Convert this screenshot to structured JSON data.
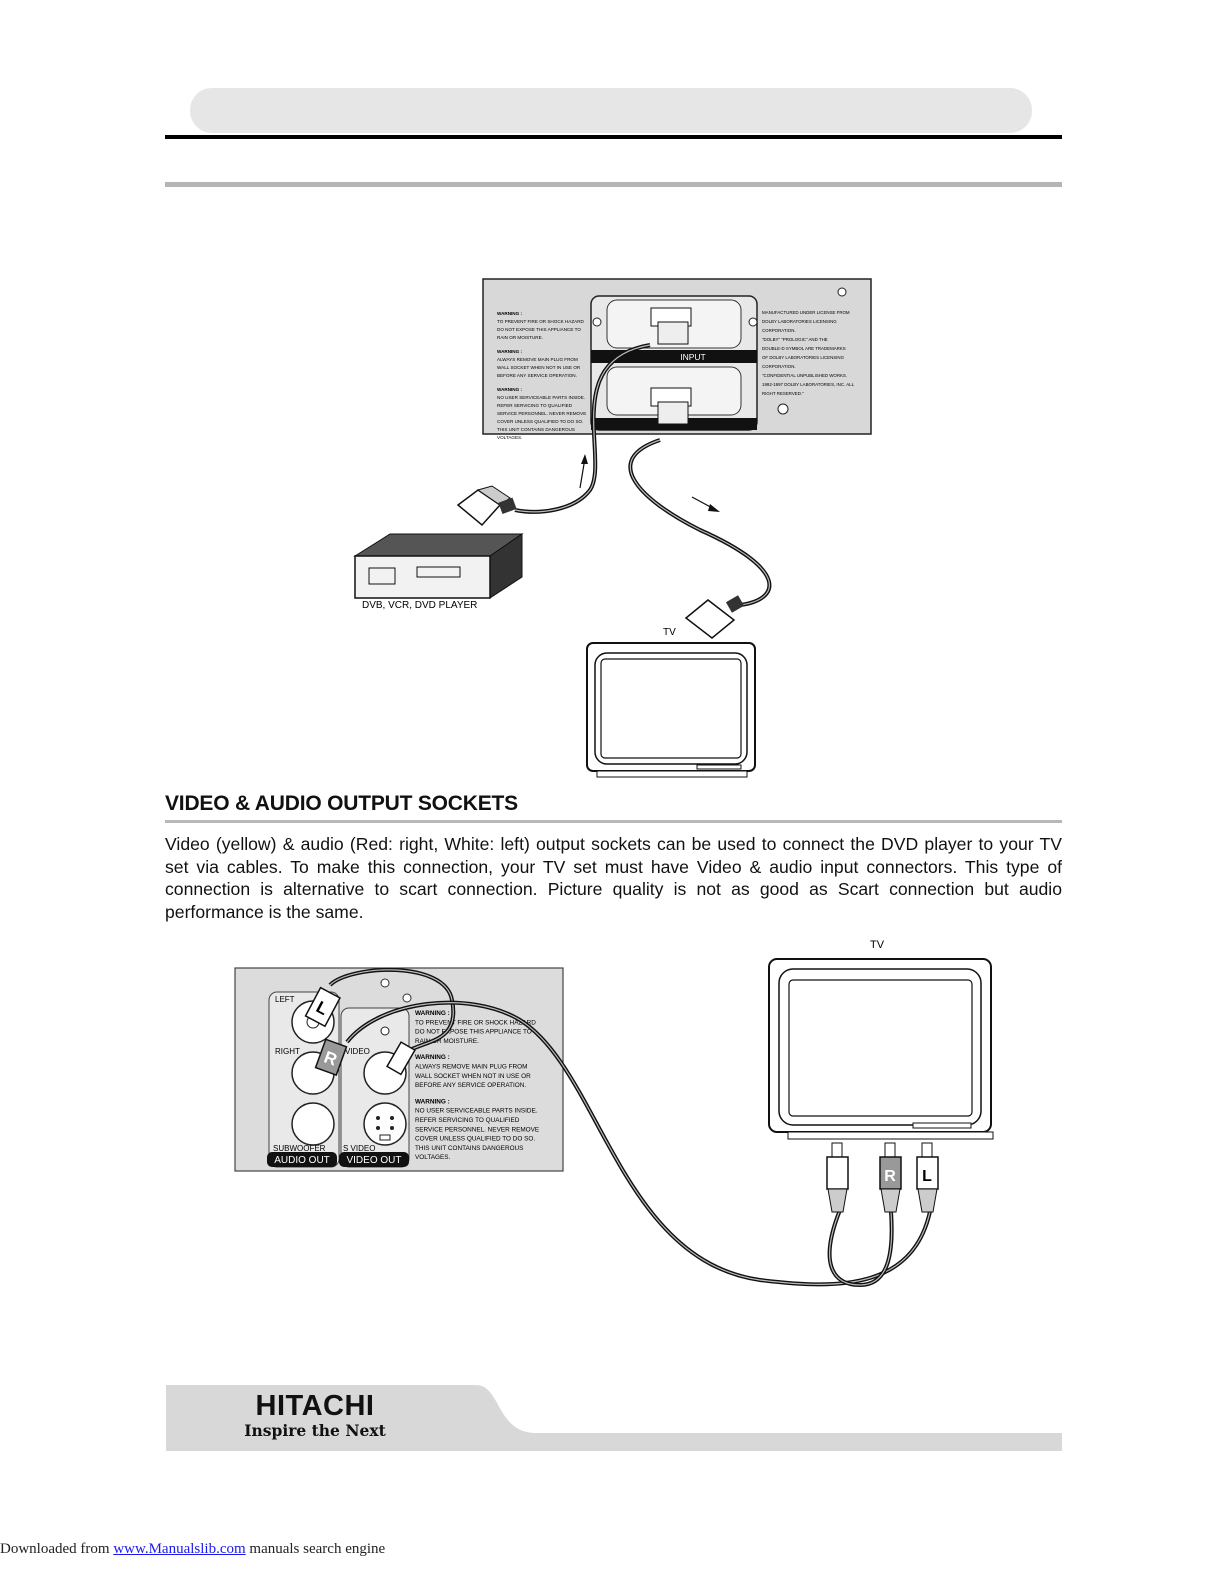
{
  "section": {
    "title": "VIDEO & AUDIO OUTPUT SOCKETS",
    "body": "Video (yellow) & audio (Red: right, White: left) output sockets can be used to connect the DVD player to your TV set via cables. To make this connection, your TV set must have Video & audio input connectors. This type of connection is alternative to scart connection. Picture quality is not as good as Scart connection but audio performance is the same."
  },
  "diagram_scart": {
    "panel_warnings": [
      {
        "head": "WARNING :",
        "lines": [
          "TO PREVENT FIRE OR SHOCK HAZARD",
          "DO NOT EXPOSE THIS APPLIANCE TO",
          "RAIN OR MOISTURE."
        ]
      },
      {
        "head": "WARNING :",
        "lines": [
          "ALWAYS REMOVE MAIN PLUG FROM",
          "WALL SOCKET WHEN NOT IN USE OR",
          "BEFORE ANY SERVICE OPERATION."
        ]
      },
      {
        "head": "WARNING :",
        "lines": [
          "NO USER SERVICEABLE PARTS INSIDE.",
          "REFER SERVICING TO QUALIFIED",
          "SERVICE PERSONNEL. NEVER REMOVE",
          "COVER UNLESS QUALIFIED TO DO SO.",
          "THIS UNIT CONTAINS DANGEROUS",
          "VOLTAGES."
        ]
      }
    ],
    "panel_license": [
      "MANUFACTURED UNDER LICENSE FROM",
      "DOLBY LABORATORIES LICENSING",
      "CORPORATION.",
      "\"DOLBY\" \"PROLOGIC\" AND THE",
      "DOUBLE-D SYMBOL ARE TRADEMARKS",
      "OF DOLBY LABORATORIES LICENSING",
      "CORPORATION.",
      "\"CONFIDENTIAL UNPUBLISHED WORKS.",
      "1992-1997 DOLBY LABORATORIES, INC. ALL",
      "RIGHT RESERVED.\""
    ],
    "input_label": "INPUT",
    "source_device_label": "DVB, VCR, DVD PLAYER",
    "tv_label": "TV"
  },
  "diagram_rca": {
    "tv_label": "TV",
    "jack_labels": {
      "left": "LEFT",
      "right": "RIGHT",
      "video": "VIDEO",
      "subwoofer": "SUBWOOFER",
      "svideo": "S VIDEO"
    },
    "group_labels": {
      "audio_out": "AUDIO OUT",
      "video_out": "VIDEO OUT"
    },
    "plug_letters": {
      "l": "L",
      "r": "R"
    },
    "panel_warnings": [
      {
        "head": "WARNING :",
        "lines": [
          "TO PREVENT FIRE OR SHOCK HAZARD",
          "DO NOT EXPOSE THIS APPLIANCE TO",
          "RAIN OR MOISTURE."
        ]
      },
      {
        "head": "WARNING :",
        "lines": [
          "ALWAYS REMOVE MAIN PLUG FROM",
          "WALL SOCKET WHEN NOT IN USE OR",
          "BEFORE ANY SERVICE OPERATION."
        ]
      },
      {
        "head": "WARNING :",
        "lines": [
          "NO USER SERVICEABLE PARTS INSIDE.",
          "REFER SERVICING TO QUALIFIED",
          "SERVICE PERSONNEL. NEVER REMOVE",
          "COVER UNLESS QUALIFIED TO DO SO.",
          "THIS UNIT CONTAINS DANGEROUS",
          "VOLTAGES."
        ]
      }
    ]
  },
  "footer": {
    "brand": "HITACHI",
    "slogan": "Inspire the Next"
  },
  "download_line": {
    "prefix": "Downloaded from ",
    "link_text": "www.Manualslib.com",
    "suffix": " manuals search engine"
  }
}
